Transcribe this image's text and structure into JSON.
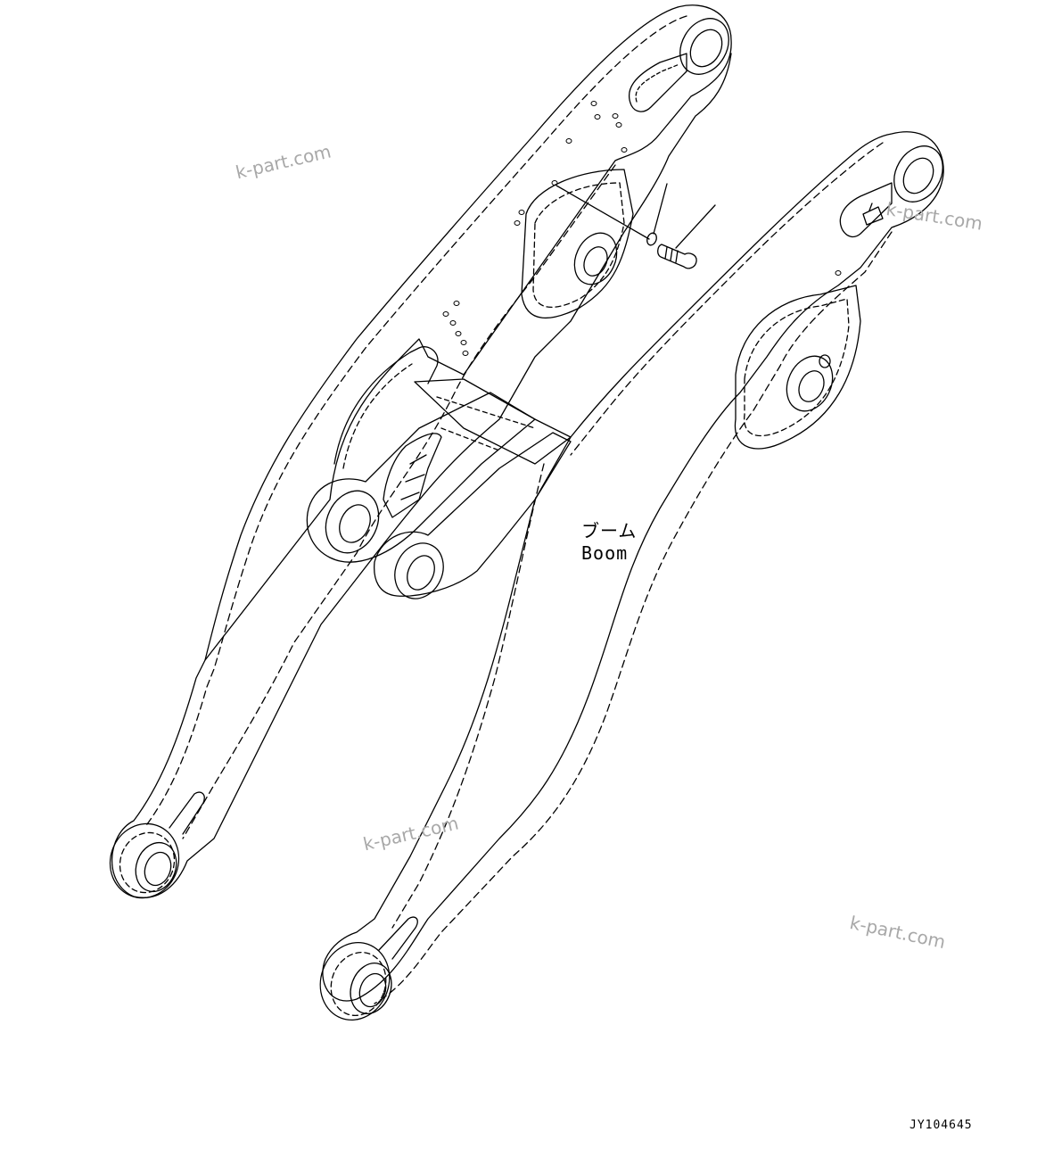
{
  "diagram": {
    "part_label_jp": "ブーム",
    "part_label_en": "Boom",
    "drawing_code": "JY104645",
    "watermarks": [
      "k-part.com",
      "k-part.com",
      "k-part.com",
      "k-part.com"
    ],
    "line_color": "#000000",
    "watermark_color": "#a8a8a8"
  }
}
